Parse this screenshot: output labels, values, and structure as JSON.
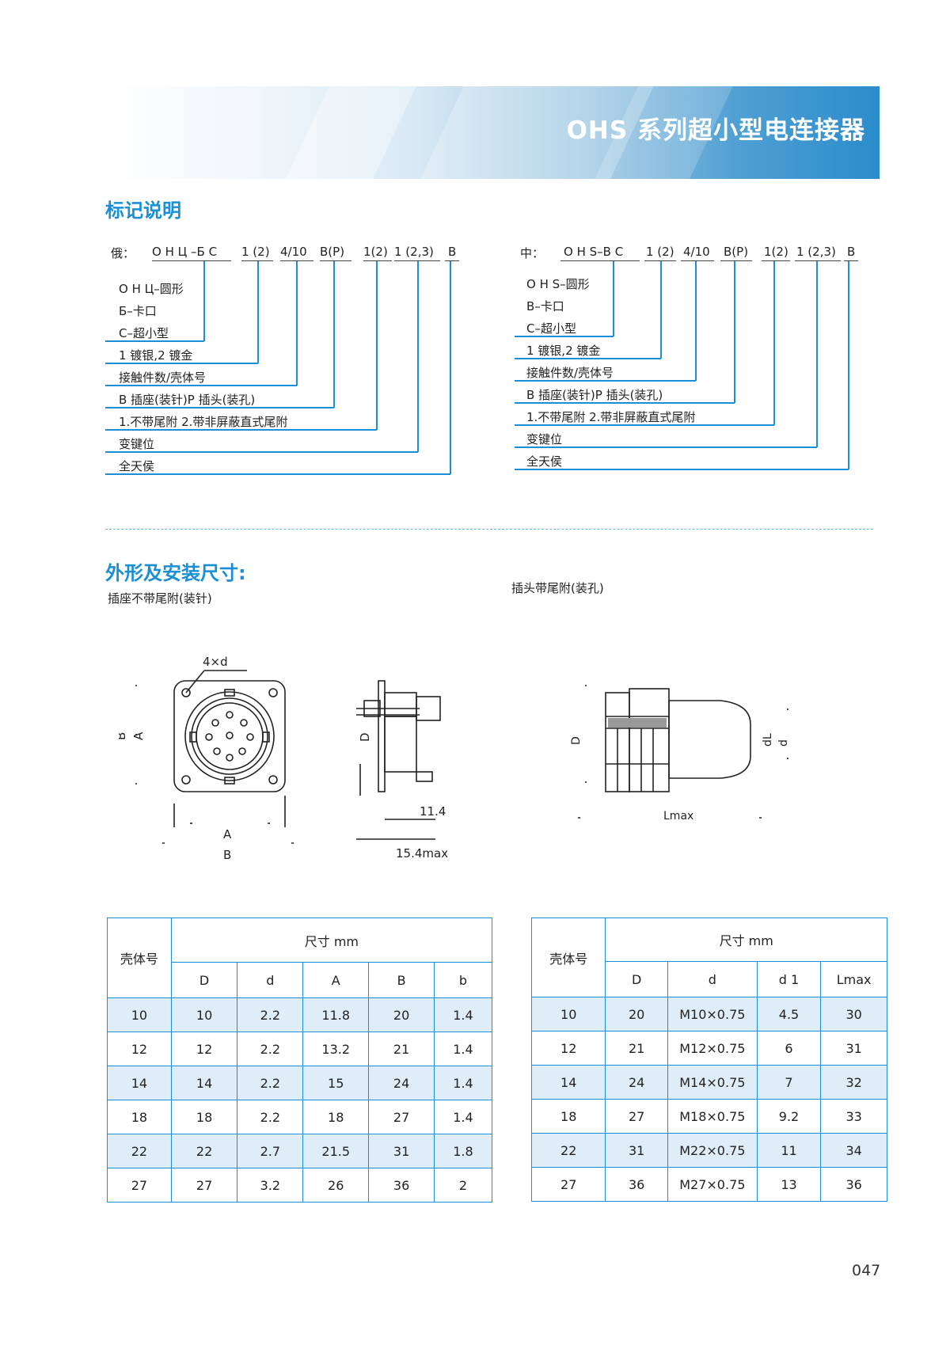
{
  "header": {
    "title": "OHS 系列超小型电连接器"
  },
  "marking": {
    "title": "标记说明",
    "ru": {
      "prefix": "俄：",
      "tokens": [
        "О Н Ц –Б С",
        "1 (2)",
        "4/10",
        "B(P)",
        "1(2)",
        "1 (2,3)",
        "B"
      ],
      "labels": [
        "О Н Ц–圆形",
        "Б–卡口",
        "С–超小型",
        "1 镀银,2 镀金",
        "接触件数/壳体号",
        "B 插座(装针)P 插头(装孔)",
        "1.不带尾附 2.带非屏蔽直式尾附",
        "变键位",
        "全天侯"
      ]
    },
    "cn": {
      "prefix": "中：",
      "tokens": [
        "O H S–B C",
        "1 (2)",
        "4/10",
        "B(P)",
        "1(2)",
        "1 (2,3)",
        "B"
      ],
      "labels": [
        "O H S–圆形",
        "B–卡口",
        "C–超小型",
        "1 镀银,2 镀金",
        "接触件数/壳体号",
        "B 插座(装针)P 插头(装孔)",
        "1.不带尾附 2.带非屏蔽直式尾附",
        "变键位",
        "全天侯"
      ]
    }
  },
  "dimensions": {
    "title": "外形及安装尺寸:",
    "left_caption": "插座不带尾附(装针)",
    "right_caption": "插头带尾附(装孔)",
    "left_drawing": {
      "l_4xd": "4×d",
      "l_B": "B",
      "l_A": "A",
      "l_Abot": "A",
      "l_Bbot": "B",
      "l_D": "D",
      "l_114": "11.4",
      "l_154": "15.4max"
    },
    "right_drawing": {
      "l_D": "D",
      "l_dL": "dL",
      "l_d": "d",
      "l_lmax": "Lmax"
    }
  },
  "table_left": {
    "shell": "壳体号",
    "group": "尺寸 mm",
    "cols": [
      "D",
      "d",
      "A",
      "B",
      "b"
    ],
    "rows": [
      [
        "10",
        "10",
        "2.2",
        "11.8",
        "20",
        "1.4"
      ],
      [
        "12",
        "12",
        "2.2",
        "13.2",
        "21",
        "1.4"
      ],
      [
        "14",
        "14",
        "2.2",
        "15",
        "24",
        "1.4"
      ],
      [
        "18",
        "18",
        "2.2",
        "18",
        "27",
        "1.4"
      ],
      [
        "22",
        "22",
        "2.7",
        "21.5",
        "31",
        "1.8"
      ],
      [
        "27",
        "27",
        "3.2",
        "26",
        "36",
        "2"
      ]
    ]
  },
  "table_right": {
    "shell": "壳体号",
    "group": "尺寸 mm",
    "cols": [
      "D",
      "d",
      "d 1",
      "Lmax"
    ],
    "rows": [
      [
        "10",
        "20",
        "M10×0.75",
        "4.5",
        "30"
      ],
      [
        "12",
        "21",
        "M12×0.75",
        "6",
        "31"
      ],
      [
        "14",
        "24",
        "M14×0.75",
        "7",
        "32"
      ],
      [
        "18",
        "27",
        "M18×0.75",
        "9.2",
        "33"
      ],
      [
        "22",
        "31",
        "M22×0.75",
        "11",
        "34"
      ],
      [
        "27",
        "36",
        "M27×0.75",
        "13",
        "36"
      ]
    ]
  },
  "page_number": "047",
  "colors": {
    "accent": "#1a8fd6",
    "row_alt": "#deedf7"
  }
}
